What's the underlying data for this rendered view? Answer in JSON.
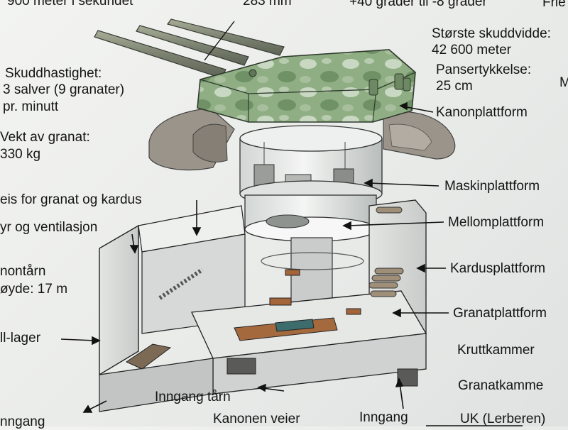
{
  "top_row": {
    "muzzle_speed_cut": "900 meter i sekundet",
    "caliber_cut": "283 mm",
    "elevation_cut": "+40 grader til -8 grader",
    "right_edge_cut": "Frie"
  },
  "left_texts": {
    "firing_rate_title": "Skuddhastighet:",
    "firing_rate_line2": "3 salver (9 granater)",
    "firing_rate_line3": "pr. minutt",
    "shell_weight_title": "Vekt av granat:",
    "shell_weight_value": "330 kg",
    "hoist_line1": "eis for granat og kardus",
    "hoist_line2": "yr og ventilasjon",
    "tower_line1": "nontårn",
    "tower_line2": "øyde: 17 m",
    "storage": "ll-lager"
  },
  "right_texts": {
    "range_title": "Største skuddvidde:",
    "range_value": "42 600 meter",
    "armor_title": "Pansertykkelse:",
    "armor_value": "25 cm",
    "far_right_cut": "M"
  },
  "callouts": {
    "gun_platform": "Kanonplattform",
    "machine_platform": "Maskinplattform",
    "middle_platform": "Mellomplattform",
    "cartridge_platform": "Kardusplattform",
    "shell_platform": "Granatplattform",
    "powder_chamber": "Kruttkammer",
    "shell_chamber": "Granatkamme",
    "entrance_tower": "Inngang tårn",
    "road_cut": "Kanonen veier",
    "entrance_cut": "Inngang",
    "bottom_right_cut": "UK (Lerberen)",
    "bottom_left_cut": "nngang"
  }
}
